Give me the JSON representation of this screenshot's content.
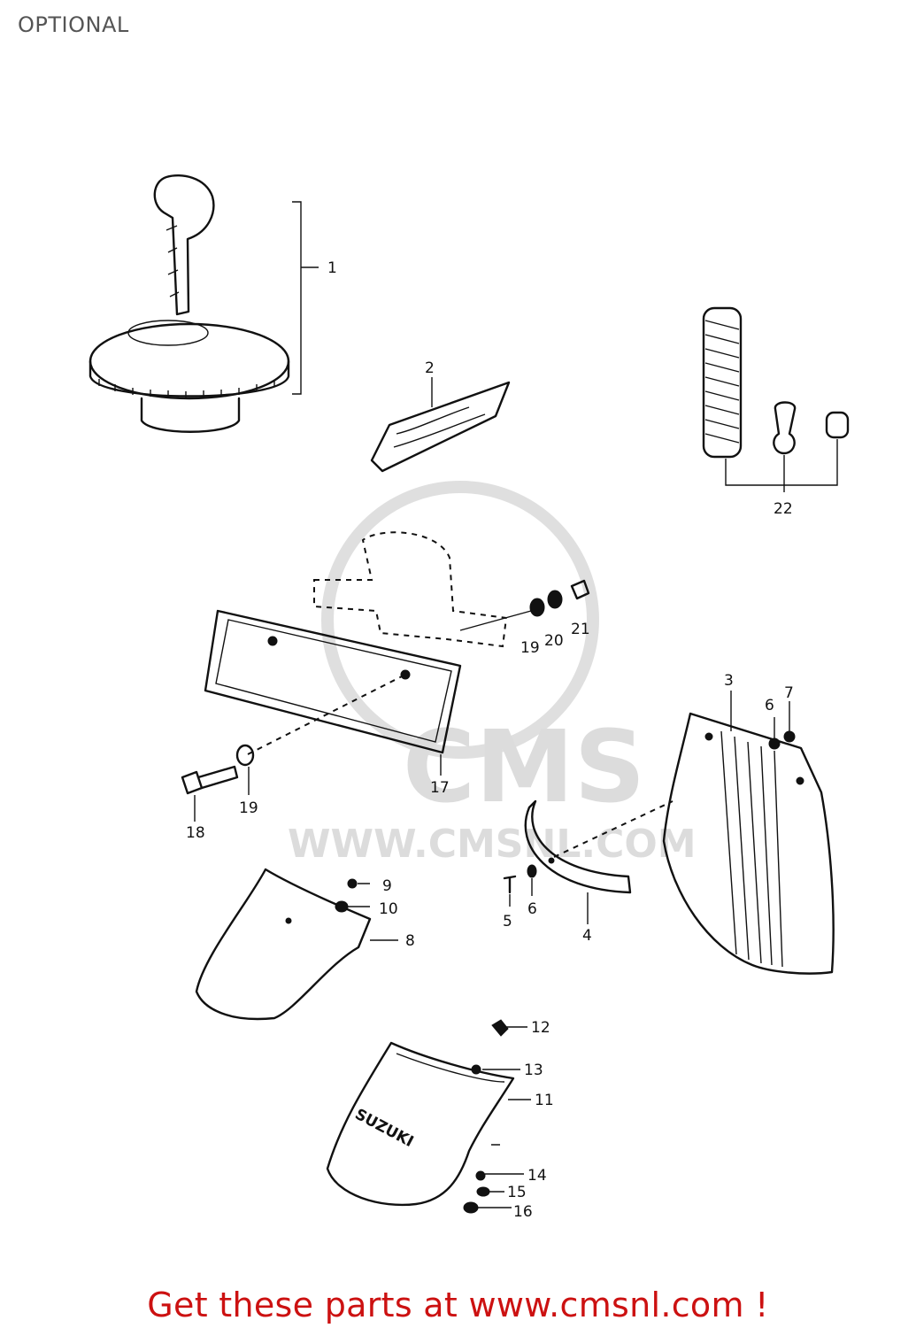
{
  "heading": "OPTIONAL",
  "footer": {
    "text": "Get these parts at www.cmsnl.com !",
    "color": "#cc1111"
  },
  "watermark": {
    "logo": "CMS",
    "url": "WWW.CMSNL.COM"
  },
  "callouts": [
    {
      "id": "c1",
      "text": "1"
    },
    {
      "id": "c2",
      "text": "2"
    },
    {
      "id": "c22",
      "text": "22"
    },
    {
      "id": "c19a",
      "text": "19"
    },
    {
      "id": "c20",
      "text": "20"
    },
    {
      "id": "c21",
      "text": "21"
    },
    {
      "id": "c3",
      "text": "3"
    },
    {
      "id": "c6a",
      "text": "6"
    },
    {
      "id": "c7",
      "text": "7"
    },
    {
      "id": "c17",
      "text": "17"
    },
    {
      "id": "c19b",
      "text": "19"
    },
    {
      "id": "c18",
      "text": "18"
    },
    {
      "id": "c9",
      "text": "9"
    },
    {
      "id": "c10",
      "text": "10"
    },
    {
      "id": "c8",
      "text": "8"
    },
    {
      "id": "c5",
      "text": "5"
    },
    {
      "id": "c6b",
      "text": "6"
    },
    {
      "id": "c4",
      "text": "4"
    },
    {
      "id": "c12",
      "text": "12"
    },
    {
      "id": "c13",
      "text": "13"
    },
    {
      "id": "c11",
      "text": "11"
    },
    {
      "id": "c14",
      "text": "14"
    },
    {
      "id": "c15",
      "text": "15"
    },
    {
      "id": "c16",
      "text": "16"
    }
  ],
  "mudflap_brand": "SUZUKI"
}
